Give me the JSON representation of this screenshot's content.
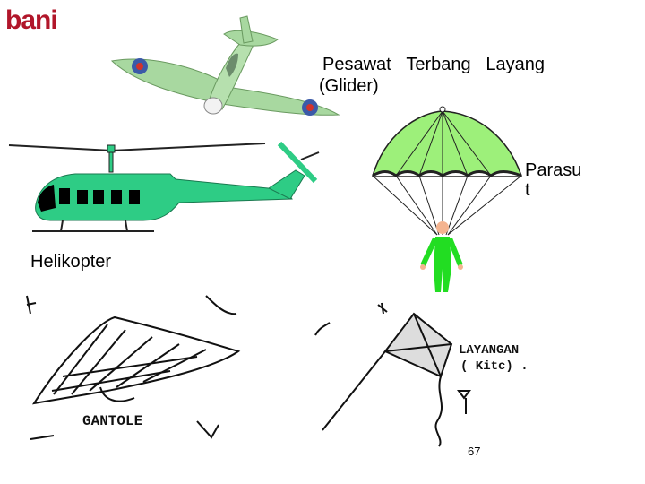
{
  "logo": {
    "text": "bani"
  },
  "labels": {
    "glider_line1_a": "Pesawat",
    "glider_line1_b": "Terbang",
    "glider_line1_c": "Layang",
    "glider_line2": "(Glider)",
    "parasut_line1": "Parasu",
    "parasut_line2": "t",
    "helikopter": "Helikopter",
    "gantole_sketch": "GANTOLE",
    "layangan_sketch_1": "LAYANGAN",
    "layangan_sketch_2": "( Kitc) ."
  },
  "footer": {
    "page_number": "67"
  },
  "colors": {
    "logo_red": "#b1162a",
    "glider_green": "#a8d8a0",
    "heli_green": "#2ecc85",
    "parachute_green": "#9df07a",
    "person_green": "#22dd22"
  }
}
